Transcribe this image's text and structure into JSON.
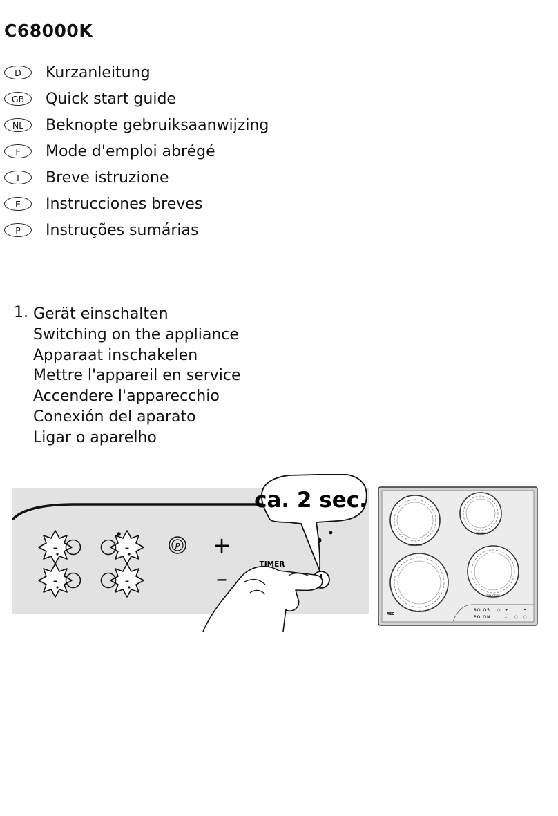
{
  "doc": {
    "title": "C68000K"
  },
  "languages": [
    {
      "code": "D",
      "label": "Kurzanleitung"
    },
    {
      "code": "GB",
      "label": "Quick start guide"
    },
    {
      "code": "NL",
      "label": "Beknopte gebruiksaanwijzing"
    },
    {
      "code": "F",
      "label": "Mode d'emploi abrégé"
    },
    {
      "code": "I",
      "label": "Breve istruzione"
    },
    {
      "code": "E",
      "label": "Instrucciones breves"
    },
    {
      "code": "P",
      "label": "Instruções sumárias"
    }
  ],
  "step1": {
    "number": "1.",
    "lines": [
      "Gerät einschalten",
      "Switching on the appliance",
      "Apparaat inschakelen",
      "Mettre l'appareil en service",
      "Accendere l'apparecchio",
      "Conexión del aparato",
      "Ligar o aparelho"
    ]
  },
  "panel": {
    "callout": "ca. 2 sec.",
    "timer_label": "TIMER",
    "plus_symbol": "+",
    "minus_symbol": "–",
    "power_label": "P",
    "zone_display": "-"
  },
  "hob": {
    "brand": "AEG",
    "zone_label": "INDUCTION",
    "mini_row1": "8O O5",
    "mini_row2": "PO ON"
  }
}
